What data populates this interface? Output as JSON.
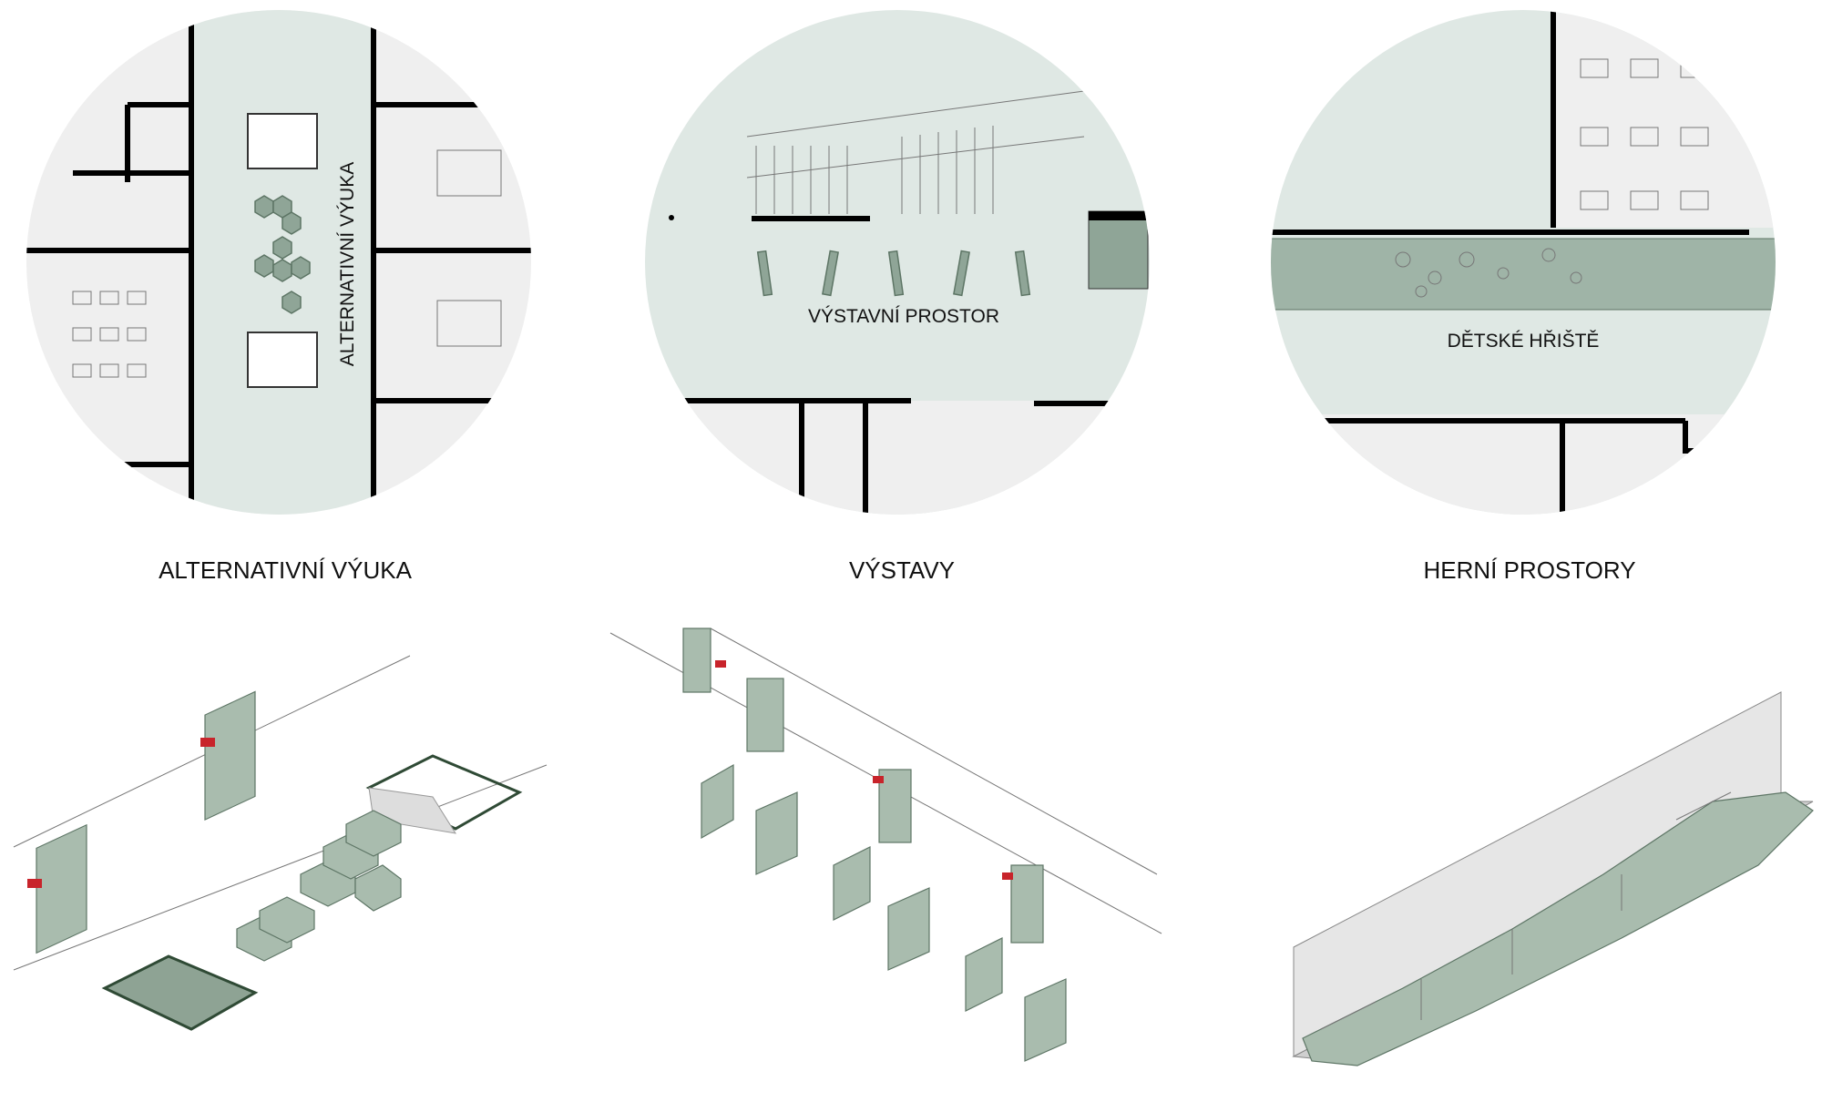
{
  "panels": [
    {
      "title": "ALTERNATIVNÍ VÝUKA",
      "plan_label": "ALTERNATIVNÍ VÝUKA"
    },
    {
      "title": "VÝSTAVY",
      "plan_label": "VÝSTAVNÍ PROSTOR"
    },
    {
      "title": "HERNÍ PROSTORY",
      "plan_label": "DĚTSKÉ HŘIŠTĚ"
    }
  ],
  "colors": {
    "corridor": "#dfe8e4",
    "rooms": "#efefef",
    "accent_green": "#8fa597",
    "accent_red": "#c8242b"
  }
}
